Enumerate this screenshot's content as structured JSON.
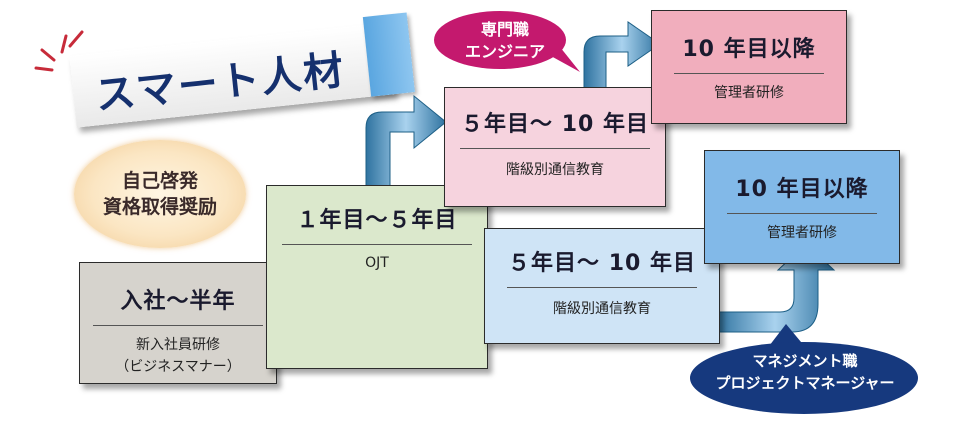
{
  "banner": {
    "title": "スマート人材"
  },
  "badge": {
    "line1": "自己啓発",
    "line2": "資格取得奨励"
  },
  "bubble_top": {
    "line1": "専門職",
    "line2": "エンジニア"
  },
  "bubble_bottom": {
    "line1": "マネジメント職",
    "line2": "プロジェクトマネージャー"
  },
  "stage_join": {
    "title": "入社～半年",
    "sub1": "新入社員研修",
    "sub2": "（ビジネスマナー）"
  },
  "stage_1to5": {
    "title": "１年目～５年目",
    "sub": "OJT"
  },
  "stage_5to10_eng": {
    "title": "５年目～ 10 年目",
    "sub": "階級別通信教育"
  },
  "stage_10plus_eng": {
    "title": "10 年目以降",
    "sub": "管理者研修"
  },
  "stage_5to10_mgmt": {
    "title": "５年目～ 10 年目",
    "sub": "階級別通信教育"
  },
  "stage_10plus_mgmt": {
    "title": "10 年目以降",
    "sub": "管理者研修"
  },
  "colors": {
    "gray": "#d6d3cd",
    "green": "#dbe8cc",
    "pink": "#f6d3de",
    "rose": "#f1aebd",
    "lightblue": "#cfe4f6",
    "blue": "#82b9e8",
    "arrow_dark": "#1d5f86",
    "arrow_light": "#6fa9cf",
    "magenta": "#c4196e",
    "navy": "#16397e"
  }
}
